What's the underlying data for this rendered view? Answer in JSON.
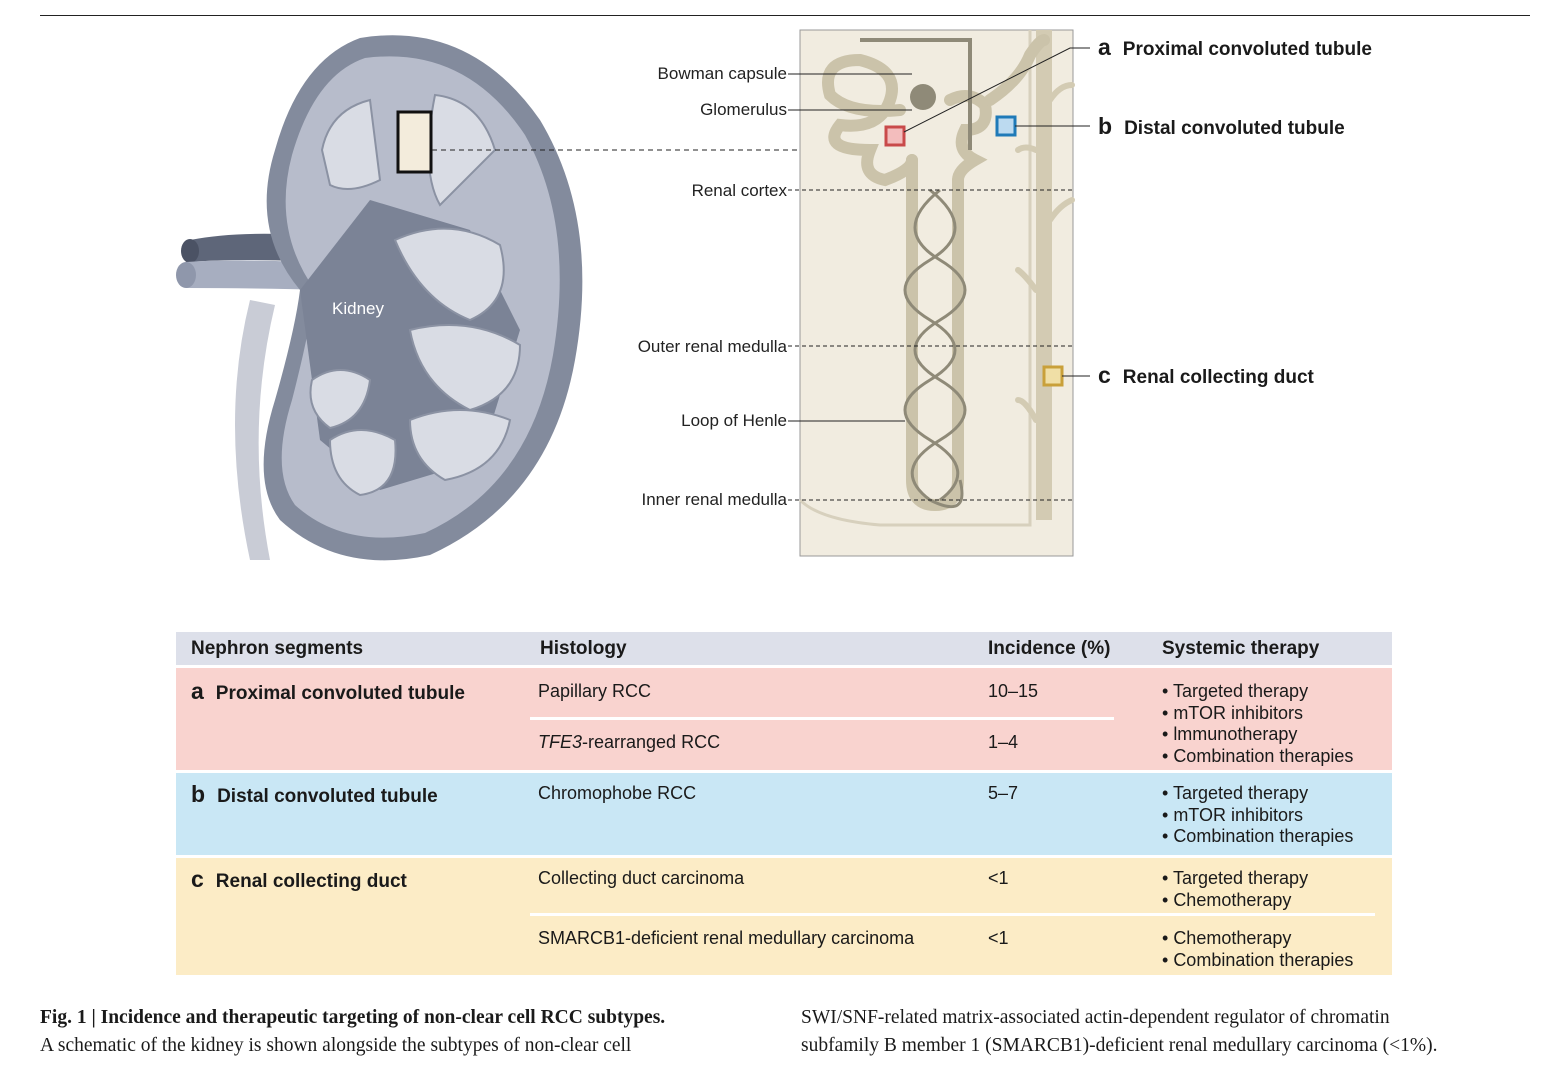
{
  "figure": {
    "kidney_label": "Kidney",
    "left_labels": [
      "Bowman capsule",
      "Glomerulus",
      "Renal cortex",
      "Outer renal medulla",
      "Loop of Henle",
      "Inner renal medulla"
    ],
    "segments": [
      {
        "letter": "a",
        "name": "Proximal convoluted tubule",
        "color": "#c94a4a"
      },
      {
        "letter": "b",
        "name": "Distal convoluted tubule",
        "color": "#1f7ab8"
      },
      {
        "letter": "c",
        "name": "Renal collecting duct",
        "color": "#c9a03a"
      }
    ]
  },
  "table": {
    "headers": [
      "Nephron segments",
      "Histology",
      "Incidence (%)",
      "Systemic therapy"
    ],
    "groups": [
      {
        "letter": "a",
        "segment": "Proximal convoluted tubule",
        "color": "#f9d3cf",
        "rows": [
          {
            "histology_prefix": "",
            "histology": "Papillary RCC",
            "incidence": "10–15"
          },
          {
            "histology_prefix": "TFE3",
            "histology": "-rearranged RCC",
            "incidence": "1–4"
          }
        ],
        "therapy": [
          "Targeted therapy",
          "mTOR inhibitors",
          "lmmunotherapy",
          "Combination therapies"
        ]
      },
      {
        "letter": "b",
        "segment": "Distal convoluted tubule",
        "color": "#c9e7f5",
        "rows": [
          {
            "histology_prefix": "",
            "histology": "Chromophobe RCC",
            "incidence": "5–7"
          }
        ],
        "therapy": [
          "Targeted therapy",
          "mTOR inhibitors",
          "Combination therapies"
        ]
      },
      {
        "letter": "c",
        "segment": "Renal collecting duct",
        "color": "#fcecc6",
        "rows": [
          {
            "histology_prefix": "",
            "histology": "Collecting duct carcinoma",
            "incidence": "<1",
            "therapy": [
              "Targeted therapy",
              "Chemotherapy"
            ]
          },
          {
            "histology_prefix": "",
            "histology": "SMARCB1-deficient renal medullary carcinoma",
            "incidence": "<1",
            "therapy": [
              "Chemotherapy",
              "Combination therapies"
            ]
          }
        ]
      }
    ]
  },
  "caption": {
    "title": "Fig. 1 | Incidence and therapeutic targeting of non-clear cell RCC subtypes.",
    "left_line2": "A schematic of the kidney is shown alongside the subtypes of non-clear cell",
    "right_line1": "SWI/SNF-related matrix-associated actin-dependent regulator of chromatin",
    "right_line2": "subfamily B member 1 (SMARCB1)-deficient renal medullary carcinoma (<1%)."
  }
}
